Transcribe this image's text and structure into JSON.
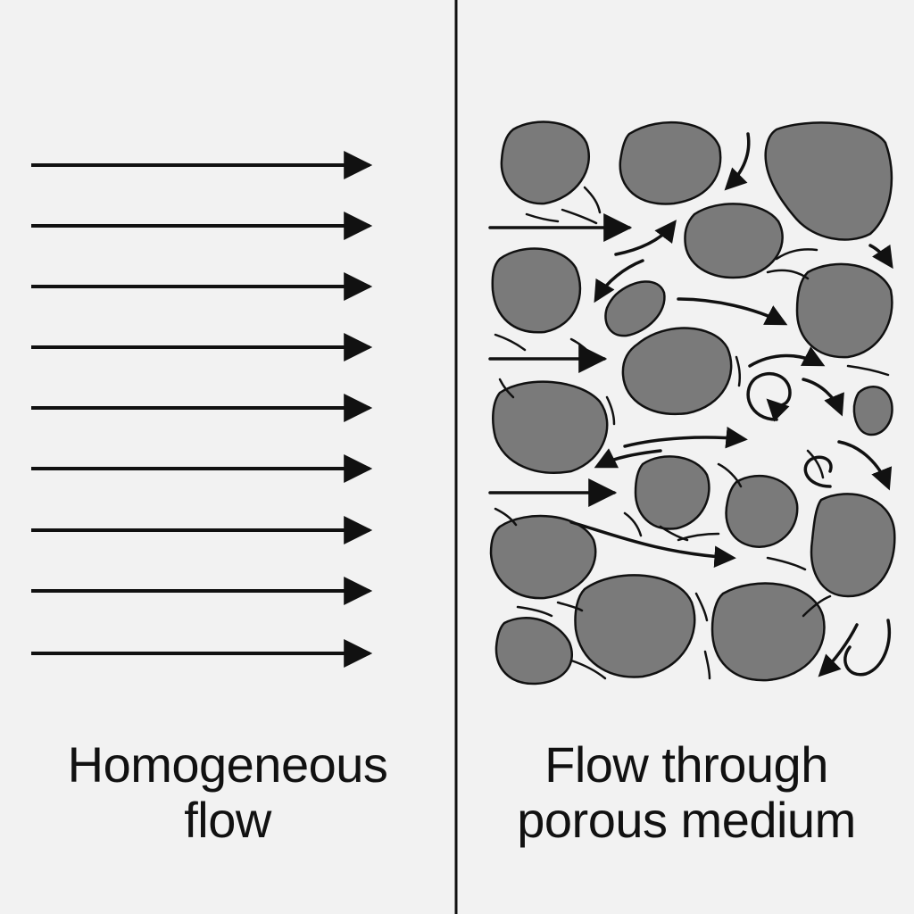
{
  "panels": {
    "left": {
      "caption_line1": "Homogeneous",
      "caption_line2": "flow"
    },
    "right": {
      "caption_line1": "Flow through",
      "caption_line2": "porous medium"
    }
  },
  "colors": {
    "background": "#f2f2f2",
    "ink": "#111111",
    "grain_fill": "#7a7a7a",
    "divider": "#111111"
  },
  "icons": [
    "arrow-icon",
    "curved-arrow-icon",
    "grain-shape"
  ]
}
